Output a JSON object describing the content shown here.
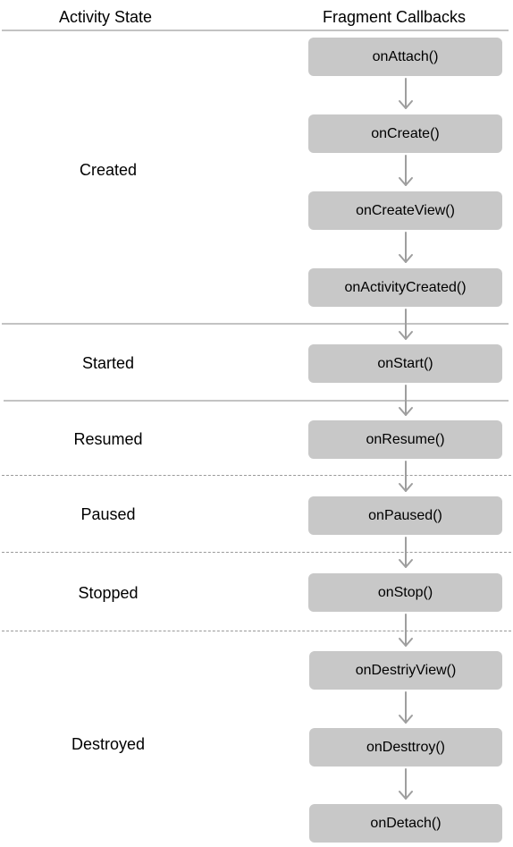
{
  "headers": {
    "activity_state": "Activity State",
    "fragment_callbacks": "Fragment Callbacks"
  },
  "states": [
    "Created",
    "Started",
    "Resumed",
    "Paused",
    "Stopped",
    "Destroyed"
  ],
  "callbacks": [
    "onAttach()",
    "onCreate()",
    "onCreateView()",
    "onActivityCreated()",
    "onStart()",
    "onResume()",
    "onPaused()",
    "onStop()",
    "onDestriyView()",
    "onDesttroy()",
    "onDetach()"
  ],
  "colors": {
    "box_fill": "#c8c8c8",
    "arrow": "#9e9e9e",
    "divider": "#c3c3c3"
  }
}
